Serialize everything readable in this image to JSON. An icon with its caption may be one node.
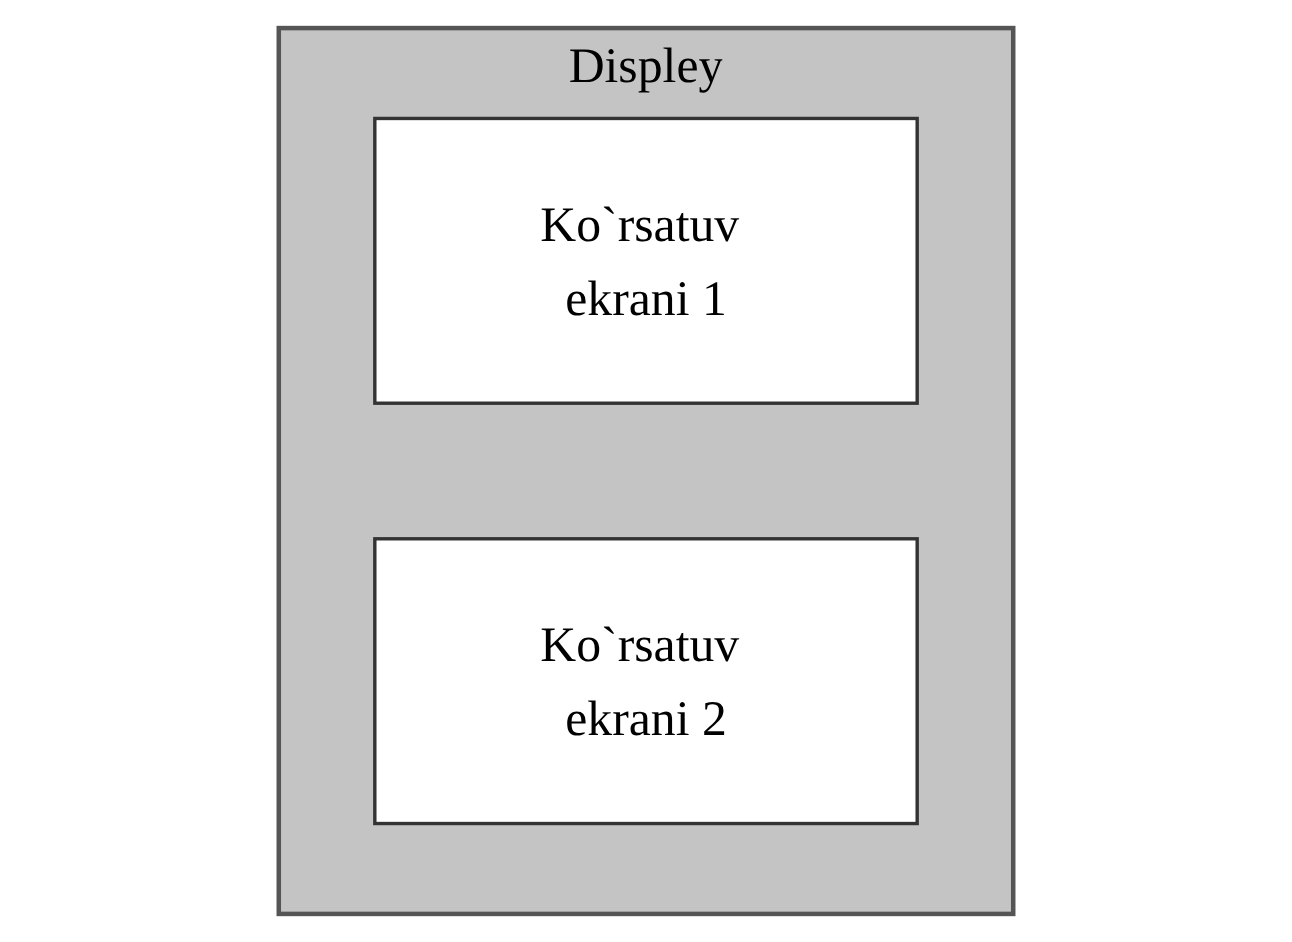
{
  "diagram": {
    "nodes": [
      {
        "text": [
          "Displey"
        ]
      },
      {
        "text": [
          "Ko`rsatuv ekrani 1"
        ],
        "in": 0
      },
      {
        "text": [
          "Ko`rsatuv ekrani 2"
        ],
        "in": 0
      }
    ]
  }
}
